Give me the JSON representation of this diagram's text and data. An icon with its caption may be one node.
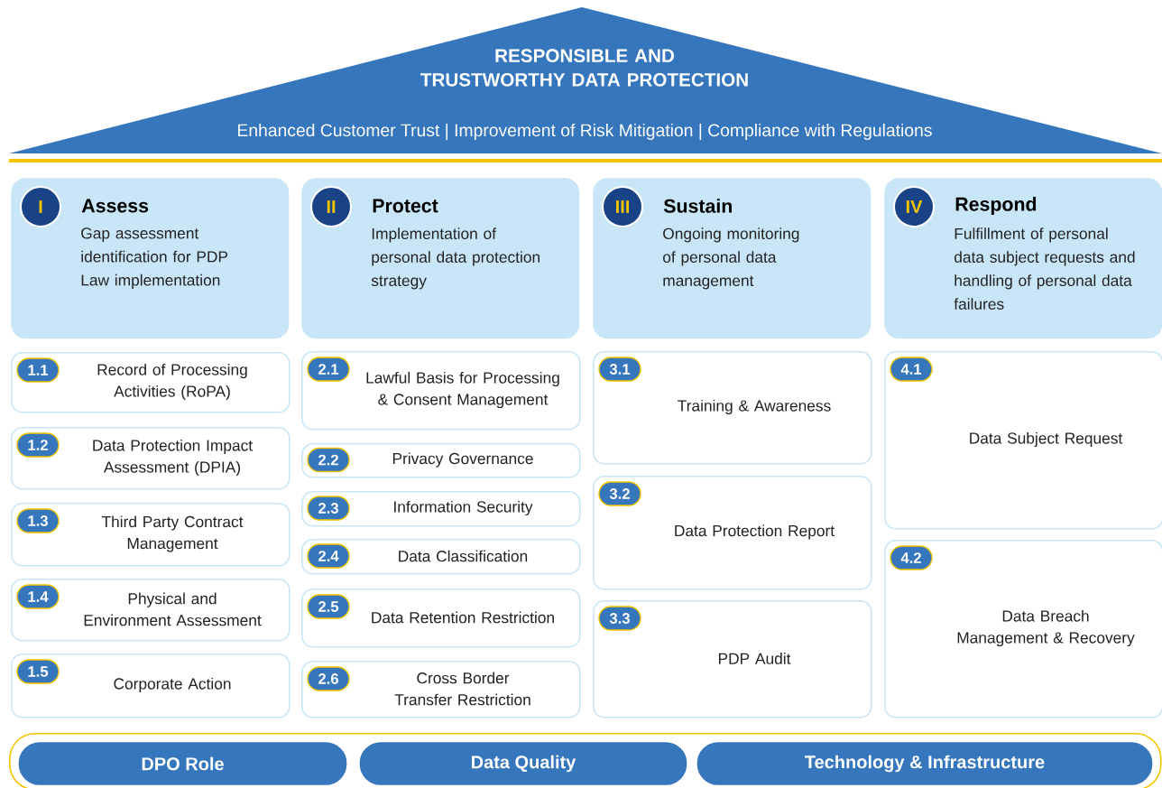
{
  "diagram": {
    "title": "RESPONSIBLE AND TRUSTWORTHY DATA PROTECTION",
    "nodes": [
      {
        "text": [
          "Enhanced Customer Trust | Improvement of Risk Mitigation | Compliance with Regulations"
        ]
      },
      {
        "text": [
          "I",
          "Assess",
          "Gap assessment identification for PDP Law implementation"
        ]
      },
      {
        "text": [
          "II",
          "Protect",
          "Implementation of personal data protection strategy"
        ]
      },
      {
        "text": [
          "III",
          "Sustain",
          "Ongoing monitoring of personal data management"
        ]
      },
      {
        "text": [
          "IV",
          "Respond",
          "Fulfillment of personal data subject requests and handling of personal data failures"
        ]
      },
      {
        "text": [
          "1.1",
          "Record of Processing Activities (RoPA)"
        ]
      },
      {
        "text": [
          "1.2",
          "Data Protection Impact Assessment (DPIA)"
        ]
      },
      {
        "text": [
          "1.3",
          "Third Party Contract Management"
        ]
      },
      {
        "text": [
          "1.4",
          "Physical and Environment Assessment"
        ]
      },
      {
        "text": [
          "1.5",
          "Corporate Action"
        ]
      },
      {
        "text": [
          "2.1",
          "Lawful Basis for Processing & Consent Management"
        ]
      },
      {
        "text": [
          "2.2",
          "Privacy Governance"
        ]
      },
      {
        "text": [
          "2.3",
          "Information Security"
        ]
      },
      {
        "text": [
          "2.4",
          "Data Classification"
        ]
      },
      {
        "text": [
          "2.5",
          "Data Retention Restriction"
        ]
      },
      {
        "text": [
          "2.6",
          "Cross Border Transfer Restriction"
        ]
      },
      {
        "text": [
          "3.1",
          "Training & Awareness"
        ]
      },
      {
        "text": [
          "3.2",
          "Data Protection Report"
        ]
      },
      {
        "text": [
          "3.3",
          "PDP Audit"
        ]
      },
      {
        "text": [
          "4.1",
          "Data Subject Request"
        ]
      },
      {
        "text": [
          "4.2",
          "Data Breach Management & Recovery"
        ]
      },
      {
        "text": [],
        "shape": "box"
      },
      {
        "text": [
          "DPO Role"
        ],
        "in": 21
      },
      {
        "text": [
          "Data Quality"
        ],
        "in": 21
      },
      {
        "text": [
          "Technology & Infrastructure"
        ],
        "in": 21
      }
    ]
  }
}
